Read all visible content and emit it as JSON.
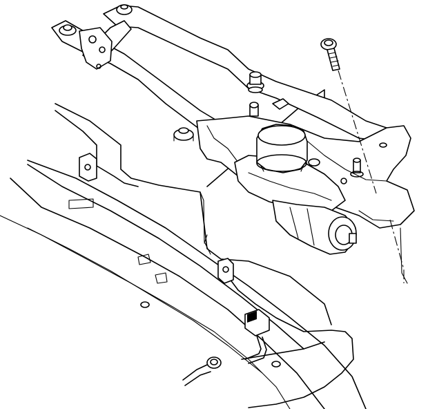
{
  "diagram": {
    "kind": "technical line drawing (exploded view)",
    "components": [
      "wiper-linkage-arms",
      "wiper-motor",
      "motor-mounting-bracket",
      "mounting-grommets",
      "mounting-bolt",
      "motor-electrical-connector",
      "cowl-panel",
      "body-panel-hole"
    ],
    "colors": {
      "line": "#000000",
      "background": "#ffffff"
    }
  }
}
